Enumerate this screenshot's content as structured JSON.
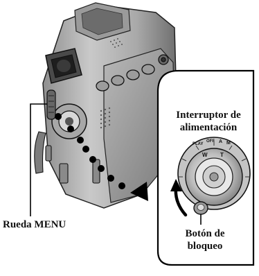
{
  "labels": {
    "power_switch_line1": "Interruptor de",
    "power_switch_line2": "alimentación",
    "menu_wheel": "Rueda MENU",
    "lock_button_line1": "Botón de",
    "lock_button_line2": "bloqueo"
  },
  "dial_markings": {
    "play": "PLAY",
    "off": "OFF",
    "auto": "A",
    "manual": "M",
    "wide": "W",
    "tele": "T"
  }
}
